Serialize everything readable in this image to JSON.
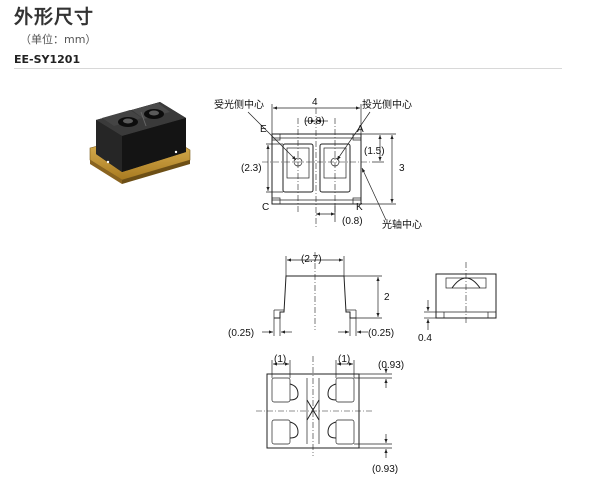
{
  "header": {
    "title": "外形尺寸",
    "unit": "（单位：mm）",
    "model": "EE-SY1201"
  },
  "top_view": {
    "label_receiver": "受光侧中心",
    "label_emitter": "投光侧中心",
    "label_optical_axis": "光轴中心",
    "pin_e": "E",
    "pin_a": "A",
    "pin_c": "C",
    "pin_k": "K",
    "dim_width": "4",
    "dim_center_top": "(0.8)",
    "dim_center_bottom": "(0.8)",
    "dim_height_total": "3",
    "dim_height_left": "(2.3)",
    "dim_offset_right": "(1.5)"
  },
  "side_view": {
    "dim_top_width": "(2.7)",
    "dim_height": "2",
    "dim_left_foot": "(0.25)",
    "dim_right_foot": "(0.25)"
  },
  "end_view": {
    "dim_thickness": "0.4"
  },
  "bottom_view": {
    "dim_pad_left": "(1)",
    "dim_pad_right": "(1)",
    "dim_top_margin": "(0.93)",
    "dim_bottom_margin": "(0.93)"
  }
}
